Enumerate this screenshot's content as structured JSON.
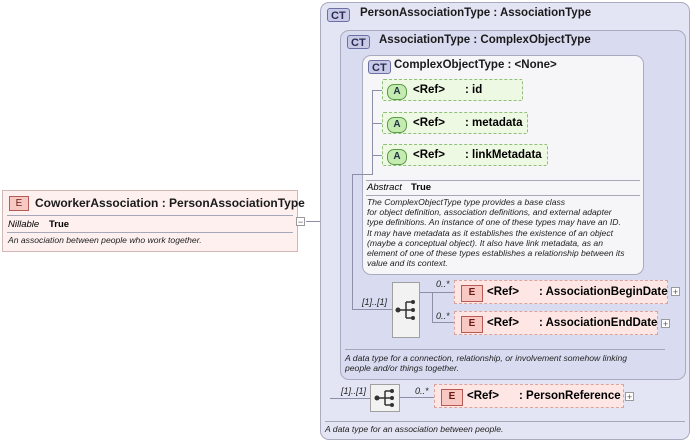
{
  "main_element": {
    "badge": "E",
    "title": "CoworkerAssociation : PersonAssociationType",
    "nillable_label": "Nillable",
    "nillable_value": "True",
    "doc": "An association between people who work together."
  },
  "person_association_type": {
    "badge": "CT",
    "title": "PersonAssociationType : AssociationType",
    "multiplicity": "[1]..[1]",
    "child": {
      "occurs": "0..*",
      "badge": "E",
      "ref": "<Ref>",
      "name": ": PersonReference"
    },
    "doc": "A data type for an association between people."
  },
  "association_type": {
    "badge": "CT",
    "title": "AssociationType : ComplexObjectType",
    "multiplicity": "[1]..[1]",
    "children": [
      {
        "occurs": "0..*",
        "badge": "E",
        "ref": "<Ref>",
        "name": ": AssociationBeginDate"
      },
      {
        "occurs": "0..*",
        "badge": "E",
        "ref": "<Ref>",
        "name": ": AssociationEndDate"
      }
    ],
    "doc_lines": [
      "A data type for a connection, relationship, or involvement somehow linking",
      "people and/or things together."
    ]
  },
  "complex_object_type": {
    "badge": "CT",
    "title": "ComplexObjectType : <None>",
    "attributes": [
      {
        "badge": "A",
        "ref": "<Ref>",
        "name": ": id"
      },
      {
        "badge": "A",
        "ref": "<Ref>",
        "name": ": metadata"
      },
      {
        "badge": "A",
        "ref": "<Ref>",
        "name": ": linkMetadata"
      }
    ],
    "abstract_label": "Abstract",
    "abstract_value": "True",
    "doc_lines": [
      "The ComplexObjectType type provides a base class",
      "for object definition, association definitions, and external adapter",
      "type definitions. An instance of one of these types may have an ID.",
      "It may have metadata as it establishes the existence of an object",
      "(maybe a conceptual object). It also have link metadata, as an",
      "element of one of these types establishes a relationship between its",
      "value and its context."
    ]
  }
}
